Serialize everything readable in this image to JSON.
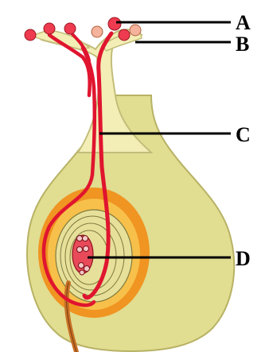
{
  "labels": [
    "A",
    "B",
    "C",
    "D"
  ],
  "colors": {
    "ovary_fill": "#e1dd91",
    "ovary_outline": "#b8b265",
    "style_fill": "#f3eeb6",
    "pollen_tube": "#e0152f",
    "pollen_tube_dark": "#a5101f",
    "ovule_orange": "#f09422",
    "embryo_sac": "#e84a5a",
    "pollen_grain": "#ee3b4f",
    "pollen_grain_light": "#f5b39b",
    "funicle": "#c77026",
    "leader_line": "#000000"
  }
}
